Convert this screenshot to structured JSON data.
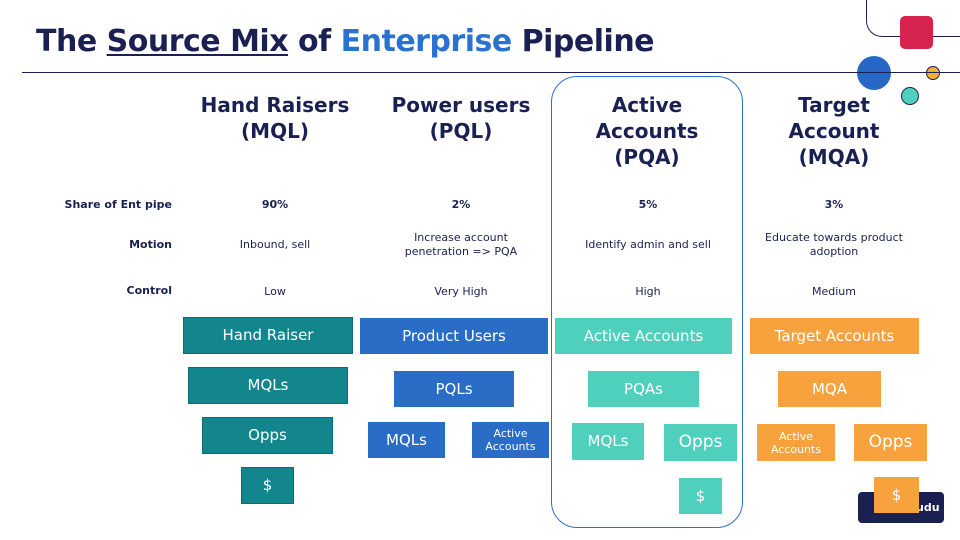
{
  "title": {
    "part1": "The ",
    "part2": "Source Mix",
    "part3": " of ",
    "part4": "Enterprise",
    "part5": " Pipeline"
  },
  "columns": [
    {
      "heading": "Hand Raisers\n(MQL)"
    },
    {
      "heading": "Power users\n(PQL)"
    },
    {
      "heading": "Active\nAccounts\n(PQA)"
    },
    {
      "heading": "Target\nAccount\n(MQA)"
    }
  ],
  "rows": [
    {
      "label": "Share of Ent pipe",
      "values": [
        "90%",
        "2%",
        "5%",
        "3%"
      ]
    },
    {
      "label": "Motion",
      "values": [
        "Inbound, sell",
        "Increase account\npenetration => PQA",
        "Identify admin and sell",
        "Educate towards product\nadoption"
      ]
    },
    {
      "label": "Control",
      "values": [
        "Low",
        "Very High",
        "High",
        "Medium"
      ]
    }
  ],
  "funnels": {
    "hand_raisers": [
      "Hand Raiser",
      "MQLs",
      "Opps",
      "$"
    ],
    "power_users": [
      "Product Users",
      "PQLs",
      "MQLs",
      "Active\nAccounts"
    ],
    "active_accounts": [
      "Active Accounts",
      "PQAs",
      "MQLs",
      "Opps",
      "$"
    ],
    "target_accounts": [
      "Target Accounts",
      "MQA",
      "Active\nAccounts",
      "Opps",
      "$"
    ]
  },
  "logo": {
    "text": "udu"
  },
  "colors": {
    "navy": "#1a2152",
    "blue": "#2a72d1",
    "teal": "#13858d",
    "royal": "#2a6dc6",
    "mint": "#4fd0bd",
    "orange": "#f7a23d",
    "crimson": "#d6244e",
    "gold": "#f2b233"
  }
}
